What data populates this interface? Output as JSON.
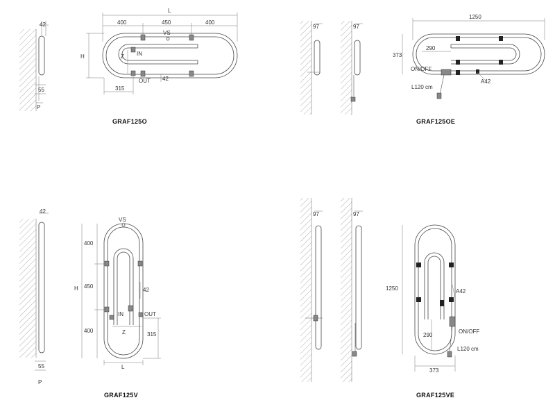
{
  "models": [
    {
      "name": "GRAF125O",
      "dims": {
        "L": "L",
        "w1": "400",
        "w2": "450",
        "w3": "400",
        "H": "H",
        "Z": "Z",
        "d42": "42",
        "d42b": "42",
        "d315": "315",
        "d55": "55",
        "P": "P"
      },
      "labels": {
        "VS": "VS",
        "IN": "IN",
        "OUT": "OUT"
      }
    },
    {
      "name": "GRAF125OE",
      "dims": {
        "w": "1250",
        "h": "373",
        "d290": "290",
        "d97a": "97",
        "d97b": "97"
      },
      "labels": {
        "onoff": "ON/OFF",
        "cable": "L120 cm",
        "a42": "A42"
      }
    },
    {
      "name": "GRAF125V",
      "dims": {
        "h1": "400",
        "h2": "450",
        "h3": "400",
        "H": "H",
        "L": "L",
        "Z": "Z",
        "d42": "42",
        "d42b": "42",
        "d315": "315",
        "d55": "55",
        "P": "P"
      },
      "labels": {
        "VS": "VS",
        "IN": "IN",
        "OUT": "OUT"
      }
    },
    {
      "name": "GRAF125VE",
      "dims": {
        "h": "1250",
        "w": "373",
        "d290": "290",
        "d97a": "97",
        "d97b": "97"
      },
      "labels": {
        "onoff": "ON/OFF",
        "cable": "L120 cm",
        "a42": "A42"
      }
    }
  ]
}
